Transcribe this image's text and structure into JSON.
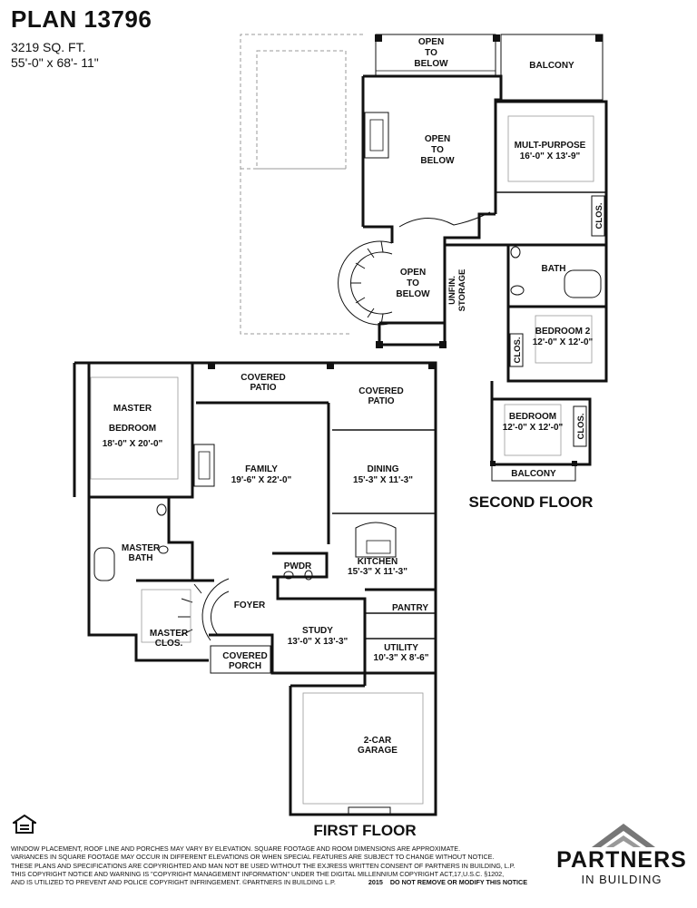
{
  "header": {
    "title": "PLAN 13796",
    "sqft": "3219 SQ. FT.",
    "dimensions": "55'-0\" x 68'- 11\""
  },
  "floors": {
    "first": "FIRST FLOOR",
    "second": "SECOND FLOOR"
  },
  "first_floor_rooms": {
    "master_bedroom": [
      "MASTER",
      "BEDROOM",
      "18'-0\" X 20'-0\""
    ],
    "covered_patio_1": [
      "COVERED",
      "PATIO"
    ],
    "covered_patio_2": [
      "COVERED",
      "PATIO"
    ],
    "family": [
      "FAMILY",
      "19'-6\" X 22'-0\""
    ],
    "dining": [
      "DINING",
      "15'-3\" X 11'-3\""
    ],
    "master_bath": [
      "MASTER",
      "BATH"
    ],
    "pwdr": [
      "PWDR"
    ],
    "kitchen": [
      "KITCHEN",
      "15'-3\" X 11'-3\""
    ],
    "foyer": [
      "FOYER"
    ],
    "pantry": [
      "PANTRY"
    ],
    "study": [
      "STUDY",
      "13'-0\" X 13'-3\""
    ],
    "utility": [
      "UTILITY",
      "10'-3\" X 8'-6\""
    ],
    "master_clos": [
      "MASTER",
      "CLOS."
    ],
    "covered_porch": [
      "COVERED",
      "PORCH"
    ],
    "garage": [
      "2-CAR",
      "GARAGE"
    ]
  },
  "second_floor_rooms": {
    "open_to_below_top": [
      "OPEN",
      "TO",
      "BELOW"
    ],
    "balcony_top": [
      "BALCONY"
    ],
    "open_to_below_main": [
      "OPEN",
      "TO",
      "BELOW"
    ],
    "multi_purpose": [
      "MULT-PURPOSE",
      "16'-0\" X 13'-9\""
    ],
    "clos_1": [
      "CLOS."
    ],
    "bath": [
      "BATH"
    ],
    "open_to_below_stair": [
      "OPEN",
      "TO",
      "BELOW"
    ],
    "unfin_storage": [
      "UNFIN.",
      "STORAGE"
    ],
    "bedroom_2": [
      "BEDROOM 2",
      "12'-0\" X 12'-0\""
    ],
    "clos_2": [
      "CLOS."
    ],
    "bedroom": [
      "BEDROOM",
      "12'-0\" X 12'-0\""
    ],
    "clos_3": [
      "CLOS."
    ],
    "balcony_bottom": [
      "BALCONY"
    ]
  },
  "disclaimer": {
    "lines": [
      "WINDOW PLACEMENT, ROOF LINE AND PORCHES MAY VARY BY ELEVATION.  SQUARE FOOTAGE AND ROOM DIMENSIONS ARE APPROXIMATE.",
      "VARIANCES IN SQUARE FOOTAGE MAY OCCUR IN DIFFERENT ELEVATIONS OR  WHEN SPECIAL FEATURES ARE SUBJECT TO CHANGE WITHOUT NOTICE.",
      "THESE PLANS AND SPECIFICATIONS ARE COPYRIGHTED AND MAN NOT BE USED WITHOUT THE EXJRESS WRITTEN CONSENT OF PARTNERS IN BUILDING, L.P.",
      "THIS COPYRIGHT NOTICE AND WARNING IS \"COPYRIGHT MANAGEMENT INFORMATION\" UNDER THE DIGITAL MILLENNIUM COPYRIGHT ACT,17,U.S.C.     §1202,",
      "AND IS UTILIZED TO PREVENT AND POLICE COPYRIGHT INFRINGEMENT. ©PARTNERS IN BUILDING L.P."
    ],
    "year": "2015",
    "notice": "DO NOT REMOVE OR MODIFY THIS NOTICE"
  },
  "logo": {
    "name": "PARTNERS",
    "sub": "IN BUILDING"
  },
  "colors": {
    "wall": "#111111",
    "dashed": "#9a9a9a",
    "logo_gray": "#777777"
  }
}
